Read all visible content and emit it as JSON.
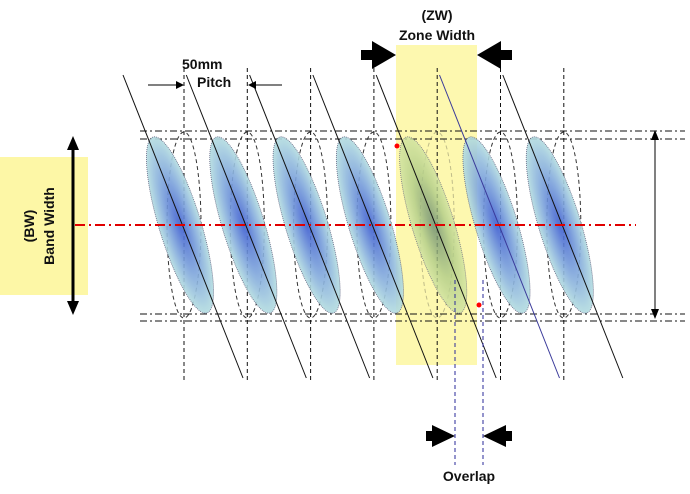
{
  "labels": {
    "pitch_value": "50mm",
    "pitch": "Pitch",
    "zw_abbr": "(ZW)",
    "zone_width": "Zone Width",
    "bw_abbr": "(BW)",
    "band_width": "Band Width",
    "overlap": "Overlap"
  },
  "diagram": {
    "spray_count": 7,
    "highlighted_spray_index": 4,
    "colors": {
      "zone_highlight": "#fdf7a6",
      "center_line": "#e00000",
      "spray_fill_outer": "#b4dde0",
      "spray_fill_inner": "#3f5fd0",
      "marker": "#ff0000",
      "overlap_guides": "#2a2a9a"
    }
  }
}
